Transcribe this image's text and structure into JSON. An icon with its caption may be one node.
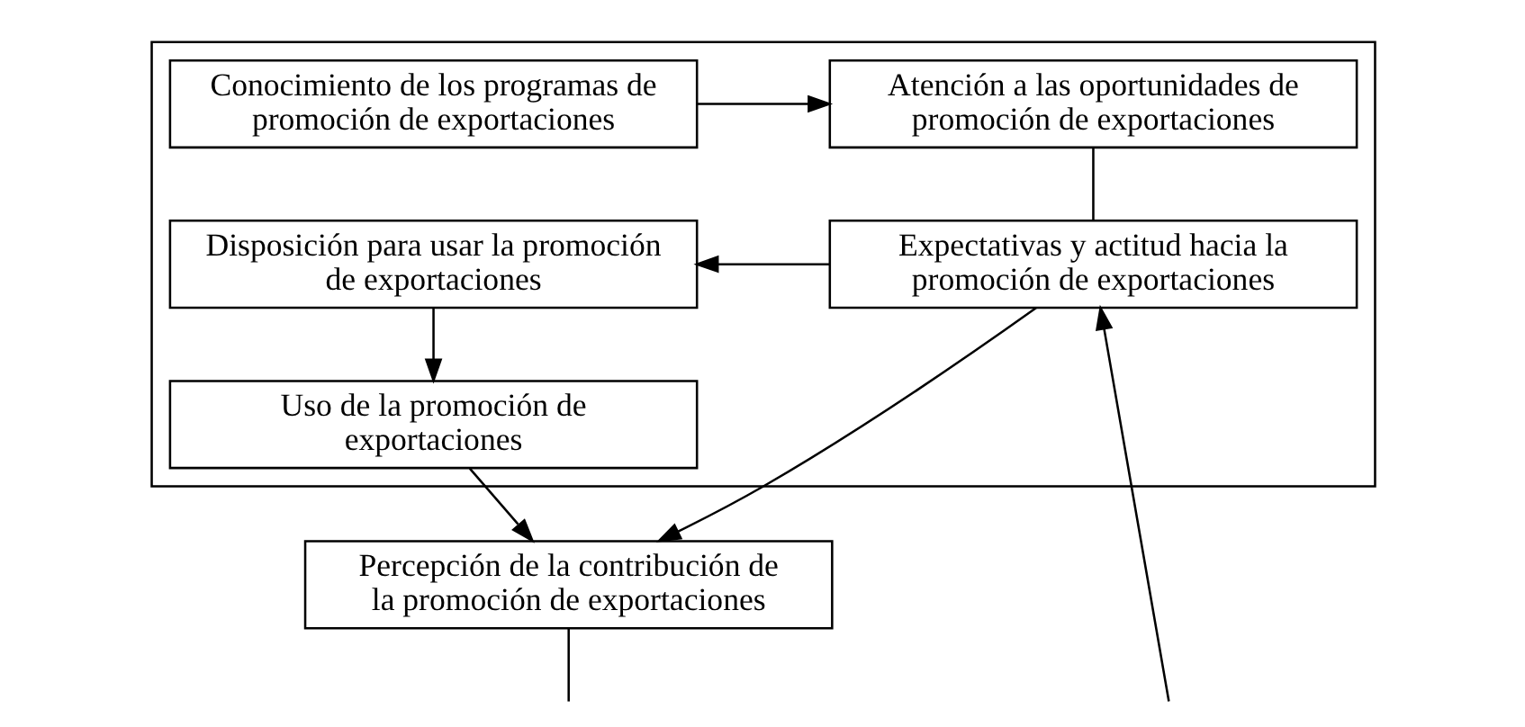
{
  "diagram": {
    "nodes": [
      {
        "text": [],
        "shape": "box"
      },
      {
        "text": [
          "Conocimiento de los programas de promoción de exportaciones"
        ],
        "in": 0
      },
      {
        "text": [
          "Atención a las oportunidades de promoción de exportaciones"
        ],
        "in": 0
      },
      {
        "text": [
          "Disposición para usar la promoción de exportaciones"
        ],
        "in": 0
      },
      {
        "text": [
          "Expectativas y actitud hacia la promoción de exportaciones"
        ],
        "in": 0
      },
      {
        "text": [
          "Uso de la promoción de exportaciones"
        ],
        "in": 0
      },
      {
        "text": [
          "Percepción de la contribución de la promoción de exportaciones"
        ]
      }
    ],
    "edges": [
      {
        "from": 1,
        "to": 2,
        "arrow": "to"
      },
      {
        "from": 2,
        "to": 4,
        "arrow": "none"
      },
      {
        "from": 4,
        "to": 3,
        "arrow": "to"
      },
      {
        "from": 3,
        "to": 5,
        "arrow": "to"
      },
      {
        "from": 5,
        "to": 6,
        "arrow": "to"
      },
      {
        "from": 4,
        "to": 6,
        "arrow": "to"
      },
      {
        "from": 6,
        "to": null,
        "arrow": "none"
      },
      {
        "from": null,
        "to": 4,
        "arrow": "to"
      }
    ]
  }
}
